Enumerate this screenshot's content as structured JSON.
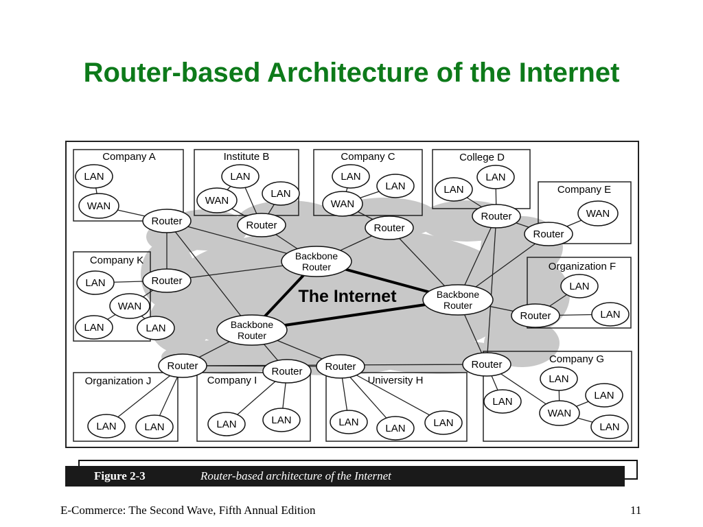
{
  "title": "Router-based Architecture of the Internet",
  "internet_label": "The Internet",
  "boxes": [
    {
      "id": "company-a",
      "label": "Company A"
    },
    {
      "id": "institute-b",
      "label": "Institute B"
    },
    {
      "id": "company-c",
      "label": "Company C"
    },
    {
      "id": "college-d",
      "label": "College D"
    },
    {
      "id": "company-e",
      "label": "Company E"
    },
    {
      "id": "company-k",
      "label": "Company K"
    },
    {
      "id": "organization-f",
      "label": "Organization F"
    },
    {
      "id": "company-g",
      "label": "Company G"
    },
    {
      "id": "organization-j",
      "label": "Organization J"
    },
    {
      "id": "company-i",
      "label": "Company I"
    },
    {
      "id": "university-h",
      "label": "University H"
    }
  ],
  "node_labels": {
    "lan": "LAN",
    "wan": "WAN",
    "router": "Router",
    "backbone": [
      "Backbone",
      "Router"
    ]
  },
  "caption": {
    "figure": "Figure 2-3",
    "text": "Router-based architecture of the Internet"
  },
  "footer": {
    "left": "E-Commerce: The Second Wave, Fifth Annual Edition",
    "page": "11"
  }
}
